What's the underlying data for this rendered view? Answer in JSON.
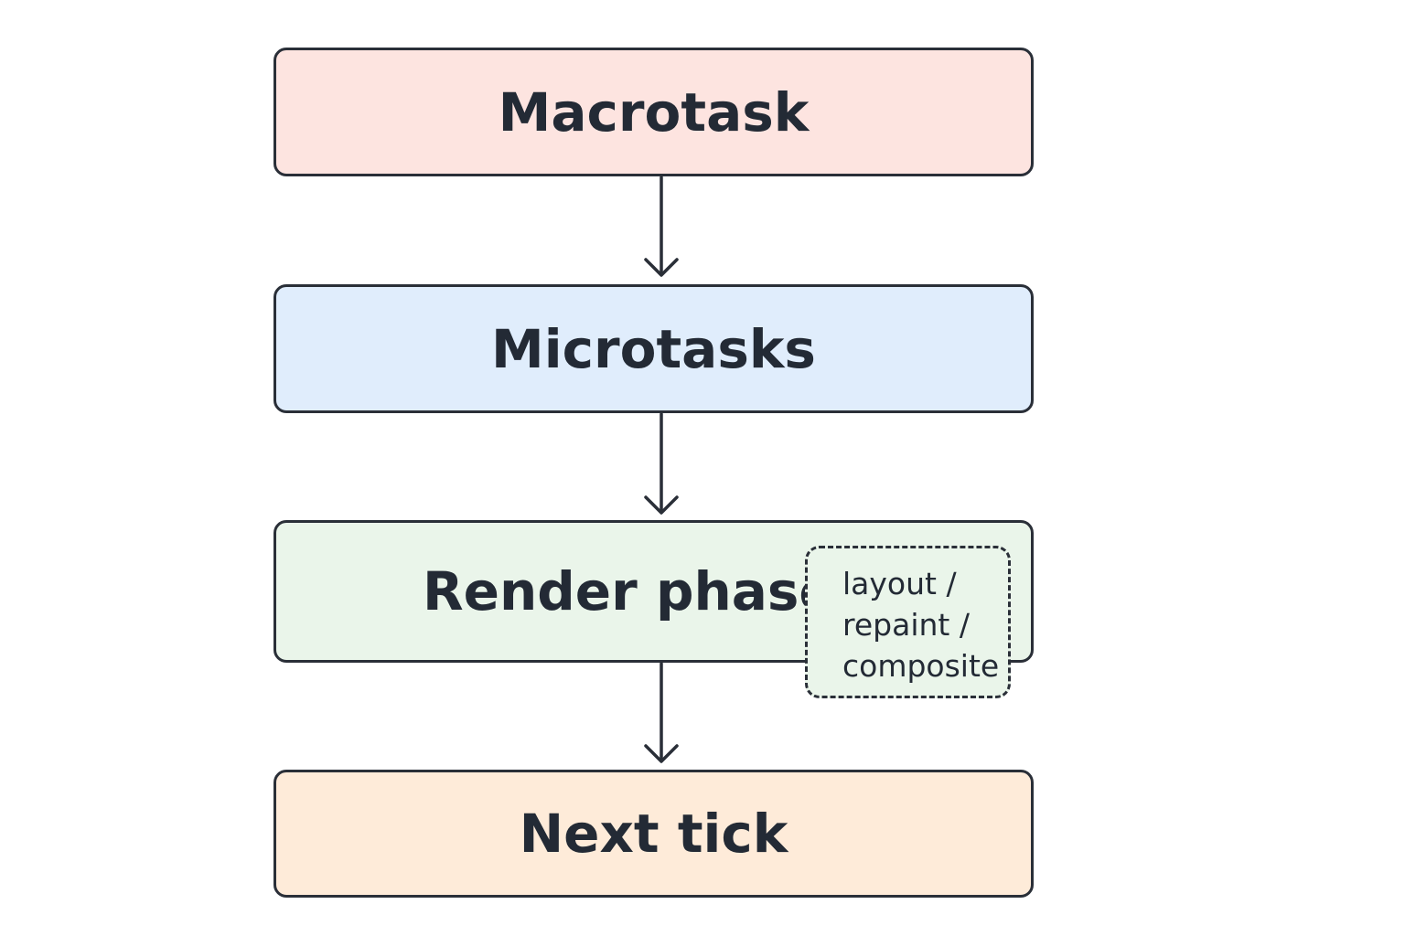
{
  "nodes": {
    "macrotask": "Macrotask",
    "microtasks": "Microtasks",
    "render": "Render phase",
    "next": "Next tick"
  },
  "note": {
    "lines": [
      "layout /",
      "repaint /",
      "composite"
    ]
  },
  "colors": {
    "macrotask_fill": "#fde4e0",
    "microtasks_fill": "#e0edfc",
    "render_fill": "#eaf5ea",
    "next_fill": "#feebd9",
    "stroke": "#2a2f38",
    "text": "#232a35"
  },
  "edges": [
    {
      "from": "macrotask",
      "to": "microtasks"
    },
    {
      "from": "microtasks",
      "to": "render"
    },
    {
      "from": "render",
      "to": "next"
    }
  ]
}
